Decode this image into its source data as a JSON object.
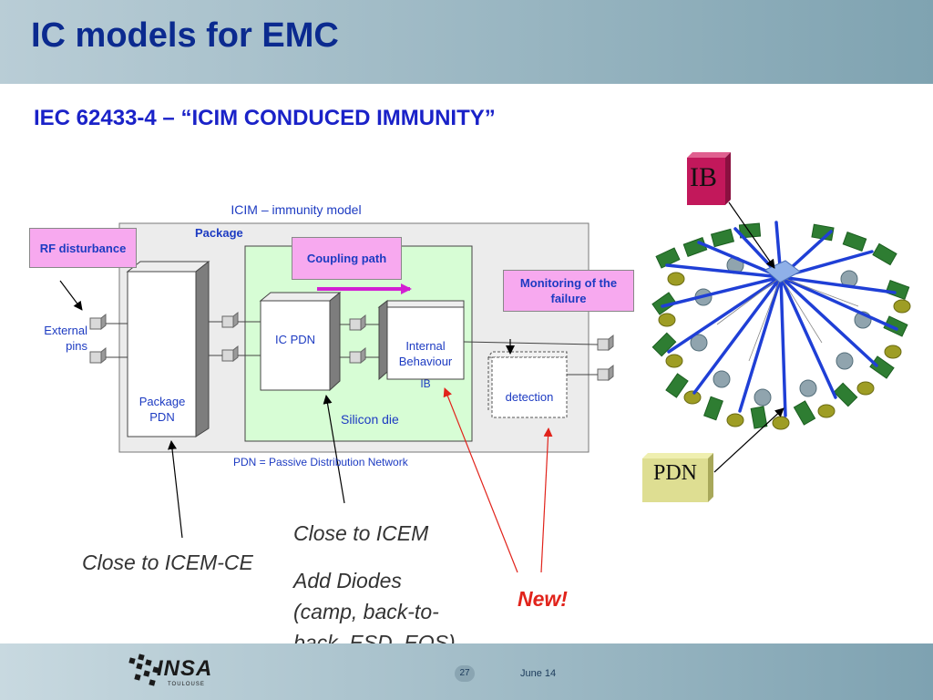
{
  "slide": {
    "title": "IC models for EMC",
    "subtitle": "IEC 62433-4 – “ICIM CONDUCED IMMUNITY”"
  },
  "diagram": {
    "model_title": "ICIM – immunity model",
    "package_label": "Package",
    "rf_disturbance": "RF disturbance",
    "external_pins": "External pins",
    "package_pdn": "Package PDN",
    "coupling_path": "Coupling path",
    "ic_pdn": "IC PDN",
    "internal_behaviour": "Internal Behaviour",
    "ib_short": "IB",
    "silicon_die": "Silicon die",
    "monitoring": "Monitoring of the failure",
    "detection": "detection",
    "pdn_definition": "PDN = Passive Distribution Network"
  },
  "annotations": {
    "close_icem_ce": "Close to ICEM-CE",
    "close_icem": "Close to ICEM",
    "add_diodes": "Add Diodes (camp, back-to-back, ESD, EOS)",
    "new": "New!"
  },
  "chip_image": {
    "ib_tag": "IB",
    "pdn_tag": "PDN"
  },
  "footer": {
    "logo_text": "INSA",
    "logo_sub": "TOULOUSE",
    "page_number": "27",
    "date": "June 14"
  },
  "colors": {
    "title": "#0b2a8f",
    "accent_blue": "#1d3bc2",
    "pink": "#f7a9ef",
    "silicon_green": "#d7fdd5",
    "package_gray": "#ececec",
    "new_red": "#e1231b"
  }
}
